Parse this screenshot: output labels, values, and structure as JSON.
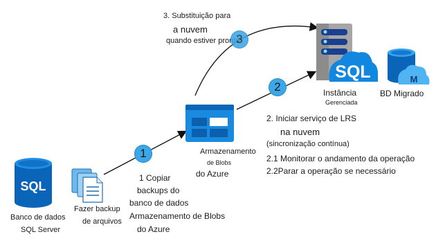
{
  "sql_server": {
    "icon_text": "SQL",
    "label_line1": "Banco de dados",
    "label_line2": "SQL Server"
  },
  "backup": {
    "label_line1": "Fazer backup",
    "label_line2": "de arquivos"
  },
  "blob_storage": {
    "label_line1": "Armazenamento",
    "label_line2": "de Blobs",
    "label_line3": "do Azure"
  },
  "managed_instance": {
    "icon_text": "SQL",
    "label_line1": "Instância",
    "label_line2": "Gerenciada"
  },
  "migrated_db": {
    "icon_text": "M",
    "label": "BD Migrado"
  },
  "steps": [
    {
      "number": "1",
      "lines": [
        "1 Copiar",
        "backups do",
        "banco de dados",
        "Armazenamento de Blobs",
        "do Azure"
      ]
    },
    {
      "number": "2",
      "lines": [
        "2. Iniciar serviço de LRS",
        "na nuvem",
        "(sincronização contínua)",
        "2.1 Monitorar o andamento da operação",
        "2.2Parar a operação se necessário"
      ]
    },
    {
      "number": "3",
      "lines": [
        "3. Substituição para",
        "a nuvem",
        "quando estiver pronto"
      ]
    }
  ],
  "colors": {
    "azure_blue": "#0078d4",
    "light_blue": "#3ca6e6",
    "server_gray": "#8c8c8c"
  }
}
